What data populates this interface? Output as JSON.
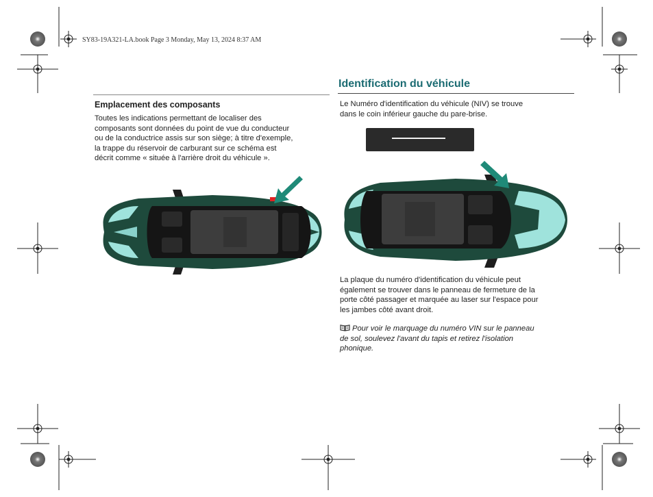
{
  "slug_line": "SY83-19A321-LA.book  Page 3  Monday, May 13, 2024  8:37 AM",
  "left": {
    "heading": "Emplacement des composants",
    "lines": [
      "Toutes les indications permettant de localiser des",
      "composants sont données du point de vue du conducteur",
      "ou de la conductrice assis sur son siège; à titre d'exemple,",
      "la trappe du réservoir de carburant sur ce schéma est",
      "décrit comme « située à l'arrière droit du véhicule »."
    ]
  },
  "right": {
    "title": "Identification du véhicule",
    "intro_lines": [
      "Le Numéro d'identification du véhicule (NIV) se trouve",
      "dans le coin inférieur gauche du pare-brise."
    ],
    "plate_lines": [
      "La plaque du numéro d'identification du véhicule peut",
      "également se trouver dans le panneau de fermeture de la",
      "porte côté passager et marquée au laser sur l'espace pour",
      "les jambes côté avant droit."
    ],
    "note_lines": [
      "Pour voir le marquage du numéro VIN sur le panneau",
      "de sol, soulevez l'avant du tapis et retirez l'isolation",
      "phonique."
    ],
    "note_icon": "book-icon"
  },
  "colors": {
    "title": "#1b6b72",
    "car_body": "#1e4a3c",
    "car_highlight": "#9fe3dc",
    "arrow": "#1f8a78",
    "fuel_marker": "#e32222"
  }
}
